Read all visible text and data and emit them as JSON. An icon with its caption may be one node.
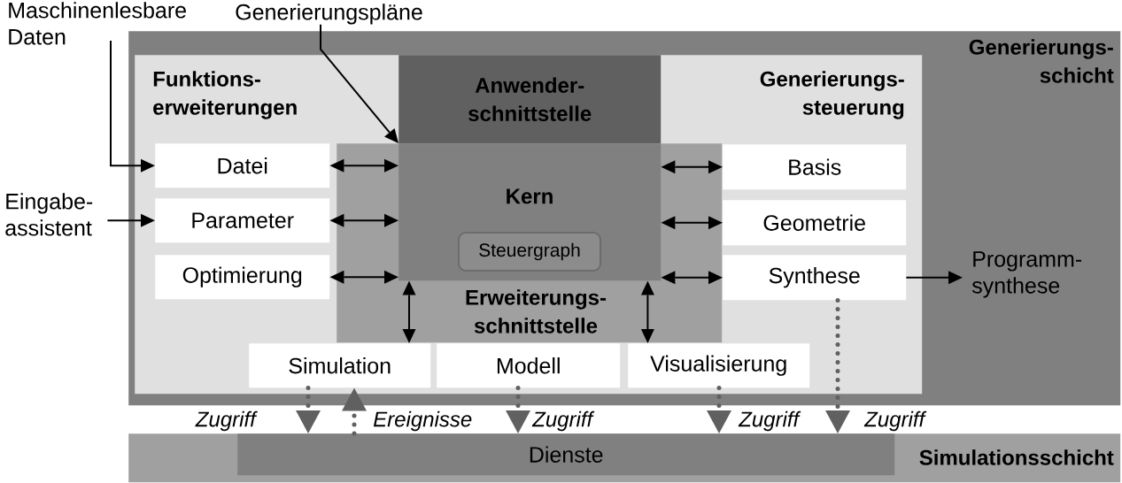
{
  "diagram": {
    "nodes": [
      {
        "text": [
          "Maschinenlesbare Daten"
        ]
      },
      {
        "text": [
          "Generierungspläne"
        ]
      },
      {
        "text": [
          "Generierungs- schicht"
        ]
      },
      {
        "text": [
          "Funktions- erweiterungen",
          "Generierungs- steuerung"
        ],
        "in": 2
      },
      {
        "text": [
          "Anwender- schnittstelle"
        ],
        "in": 3
      },
      {
        "text": [
          "Erweiterungs- schnittstelle"
        ],
        "in": 3
      },
      {
        "text": [
          "Kern"
        ],
        "in": 5
      },
      {
        "text": [
          "Steuergraph"
        ],
        "in": 6
      },
      {
        "text": [
          "Datei"
        ],
        "in": 3
      },
      {
        "text": [
          "Basis"
        ],
        "in": 3
      },
      {
        "text": [
          "Eingabe- assistent"
        ]
      },
      {
        "text": [
          "Parameter"
        ],
        "in": 3
      },
      {
        "text": [
          "Geometrie"
        ],
        "in": 3
      },
      {
        "text": [
          "Optimierung"
        ],
        "in": 3
      },
      {
        "text": [
          "Synthese"
        ],
        "in": 3
      },
      {
        "text": [
          "Programm- synthese"
        ],
        "in": 2
      },
      {
        "text": [
          "Simulation"
        ],
        "in": 3
      },
      {
        "text": [
          "Modell"
        ],
        "in": 3
      },
      {
        "text": [
          "Visualisierung"
        ],
        "in": 3
      },
      {
        "text": [
          "Simulationsschicht"
        ]
      },
      {
        "text": [
          "Dienste"
        ],
        "in": 19
      }
    ],
    "edges": [
      {
        "from": 0,
        "to": 8,
        "arrow": "to"
      },
      {
        "from": 1,
        "to": 6,
        "arrow": "to"
      },
      {
        "from": 10,
        "to": 11,
        "arrow": "to"
      },
      {
        "from": 8,
        "to": 6,
        "arrow": "both"
      },
      {
        "from": 11,
        "to": 6,
        "arrow": "both"
      },
      {
        "from": 13,
        "to": 6,
        "arrow": "both"
      },
      {
        "from": 9,
        "to": 6,
        "arrow": "both"
      },
      {
        "from": 12,
        "to": 6,
        "arrow": "both"
      },
      {
        "from": 14,
        "to": 6,
        "arrow": "both"
      },
      {
        "from": 6,
        "to": 16,
        "arrow": "both"
      },
      {
        "from": 6,
        "to": 18,
        "arrow": "both"
      },
      {
        "from": 14,
        "to": 15,
        "arrow": "to"
      },
      {
        "from": 16,
        "to": 20,
        "arrow": "to",
        "label": "Zugriff",
        "style": "dashed",
        "color": "#606060"
      },
      {
        "from": 20,
        "to": 16,
        "arrow": "to",
        "label": "Ereignisse",
        "style": "dashed",
        "color": "#606060"
      },
      {
        "from": 17,
        "to": 20,
        "arrow": "to",
        "label": "Zugriff",
        "style": "dashed",
        "color": "#606060"
      },
      {
        "from": 18,
        "to": 20,
        "arrow": "to",
        "label": "Zugriff",
        "style": "dashed",
        "color": "#606060"
      },
      {
        "from": 14,
        "to": 20,
        "arrow": "to",
        "label": "Zugriff",
        "style": "dashed",
        "color": "#606060"
      }
    ]
  }
}
